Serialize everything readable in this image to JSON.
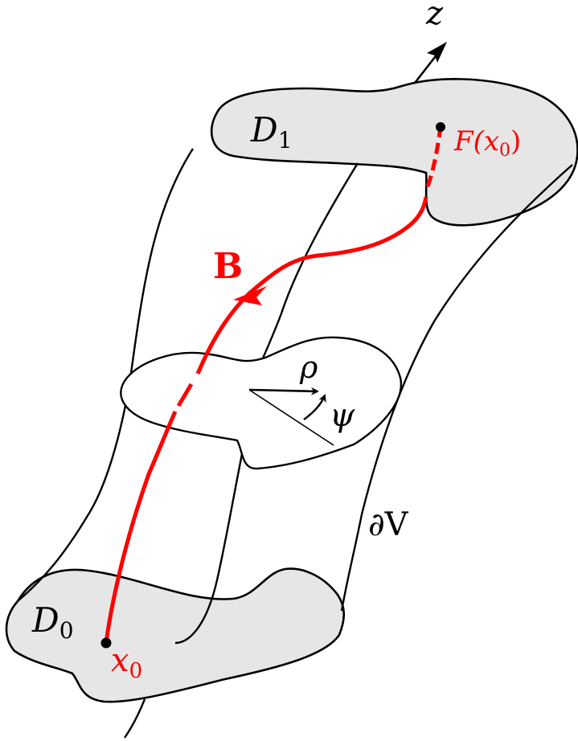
{
  "labels": {
    "z_axis": "z",
    "disk_top": {
      "base": "D",
      "sub": "1"
    },
    "disk_bottom": {
      "base": "D",
      "sub": "0"
    },
    "image_point": {
      "prefix": "F(",
      "var": "x",
      "sub": "0",
      "suffix": ")"
    },
    "start_point": {
      "var": "x",
      "sub": "0"
    },
    "field": "B",
    "radial": "ρ",
    "angular": "ψ",
    "boundary": "∂V"
  },
  "colors": {
    "field_line": "#ff0000",
    "disk_fill": "#e6e6e6",
    "outline": "#000000"
  }
}
